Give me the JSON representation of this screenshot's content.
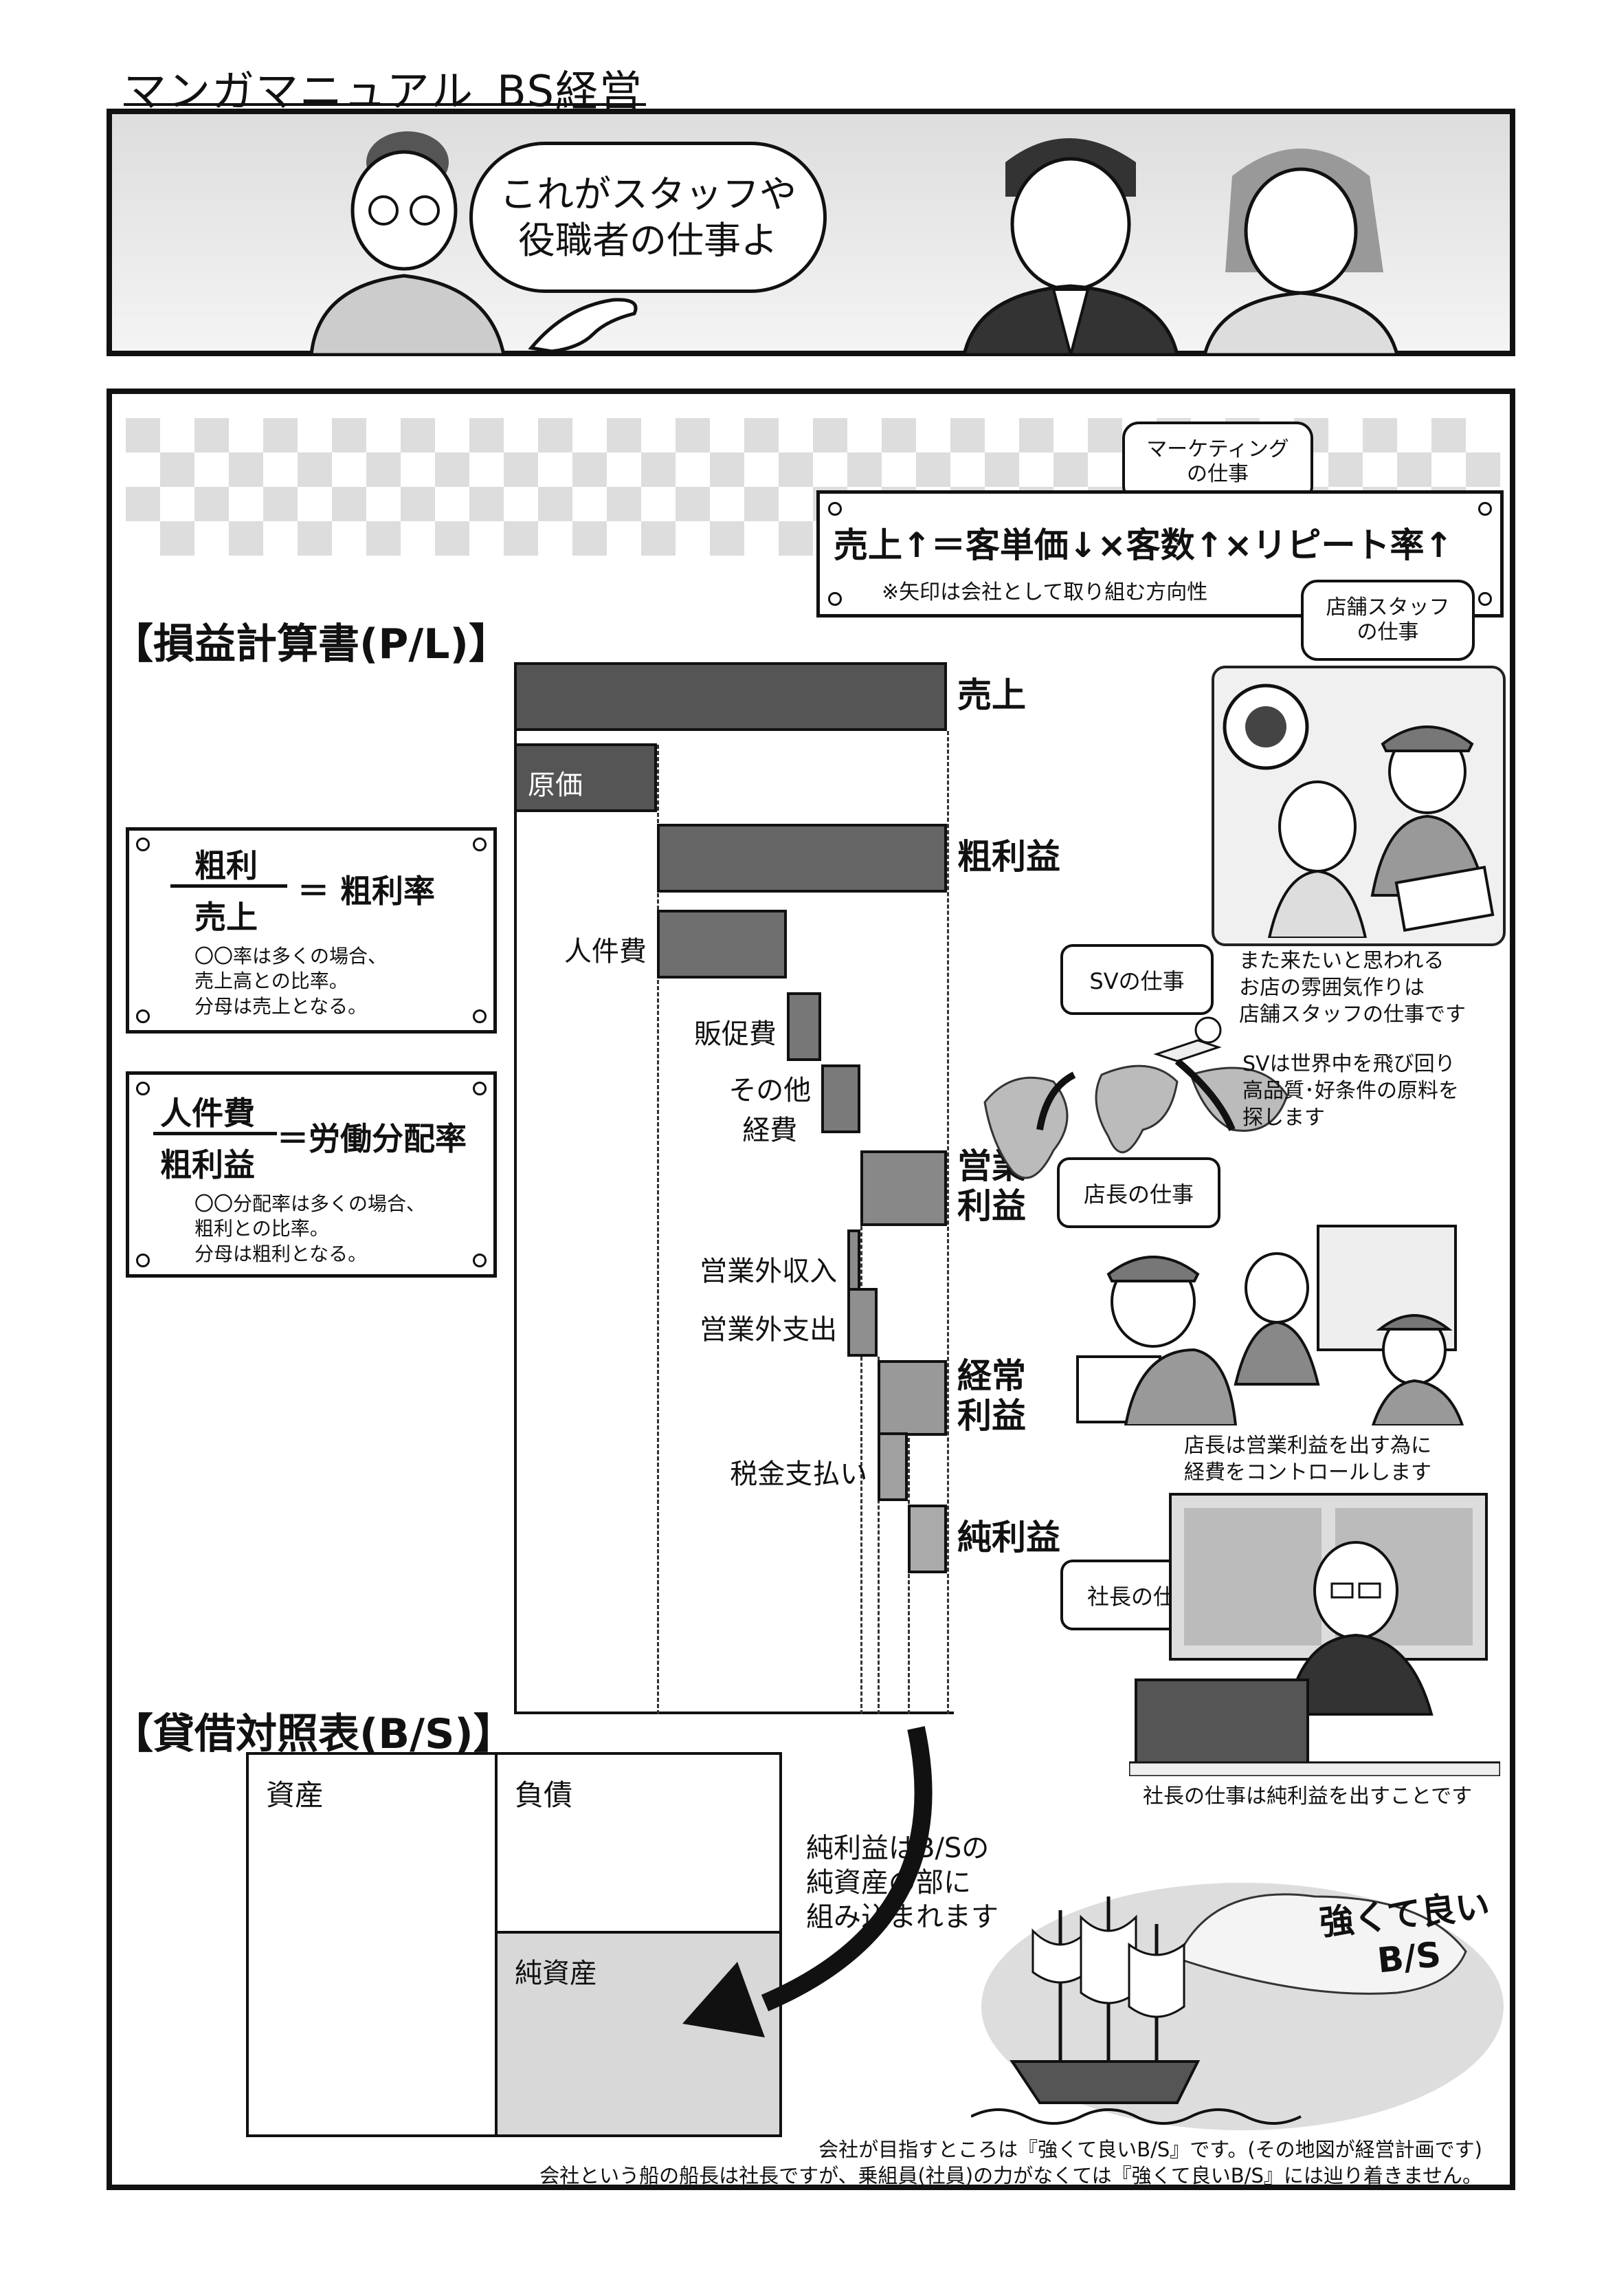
{
  "page_title": "マンガマニュアル_BS経営",
  "top_panel": {
    "speech": "これがスタッフや\n役職者の仕事よ"
  },
  "formula": {
    "text": "売上↑＝客単価↓×客数↑×リピート率↑",
    "note": "※矢印は会社として取り組む方向性",
    "marketing_bubble": "マーケティング\nの仕事",
    "staff_bubble": "店舗スタッフ\nの仕事"
  },
  "pl_heading": "【損益計算書(P/L)】",
  "bs_heading": "【貸借対照表(B/S)】",
  "gross_box": {
    "numerator": "粗利",
    "denominator": "売上",
    "result": "＝ 粗利率",
    "note": "〇〇率は多くの場合、\n売上高との比率。\n分母は売上となる。"
  },
  "labor_box": {
    "numerator": "人件費",
    "denominator": "粗利益",
    "result": "＝労働分配率",
    "note": "〇〇分配率は多くの場合、\n粗利との比率。\n分母は粗利となる。"
  },
  "waterfall": [
    {
      "label": "売上",
      "start": 0,
      "end": 100,
      "bold": true
    },
    {
      "label": "原価",
      "start": 0,
      "end": 33,
      "bold": false,
      "inside": true
    },
    {
      "label": "粗利益",
      "start": 33,
      "end": 100,
      "bold": true
    },
    {
      "label": "人件費",
      "start": 33,
      "end": 63,
      "bold": false
    },
    {
      "label": "販促費",
      "start": 63,
      "end": 71,
      "bold": false
    },
    {
      "label": "その他\n経費",
      "start": 71,
      "end": 80,
      "bold": false
    },
    {
      "label": "営業\n利益",
      "start": 80,
      "end": 100,
      "bold": true
    },
    {
      "label": "営業外収入",
      "start": 77,
      "end": 80,
      "bold": false
    },
    {
      "label": "営業外支出",
      "start": 77,
      "end": 84,
      "bold": false
    },
    {
      "label": "経常\n利益",
      "start": 84,
      "end": 100,
      "bold": true
    },
    {
      "label": "税金支払い",
      "start": 84,
      "end": 91,
      "bold": false
    },
    {
      "label": "純利益",
      "start": 91,
      "end": 100,
      "bold": true
    }
  ],
  "right_column": {
    "staff_note": "また来たいと思われる\nお店の雰囲気作りは\n店舗スタッフの仕事です",
    "sv_bubble": "SVの仕事",
    "sv_note": "SVは世界中を飛び回り\n高品質･好条件の原料を\n探します",
    "manager_bubble": "店長の仕事",
    "manager_note": "店長は営業利益を出す為に\n経費をコントロールします",
    "president_bubble": "社長の仕事",
    "president_note": "社長の仕事は純利益を出すことです",
    "island_text": "強くて良い\nB/S"
  },
  "bs": {
    "assets": "資産",
    "liabilities": "負債",
    "net_assets": "純資産",
    "arrow_note": "純利益はB/Sの\n純資産の部に\n組み込まれます"
  },
  "footer": {
    "line1": "会社が目指すところは『強くて良いB/S』です。(その地図が経営計画です)",
    "line2": "会社という船の船長は社長ですが、乗組員(社員)の力がなくては『強くて良いB/S』には辿り着きません。"
  }
}
